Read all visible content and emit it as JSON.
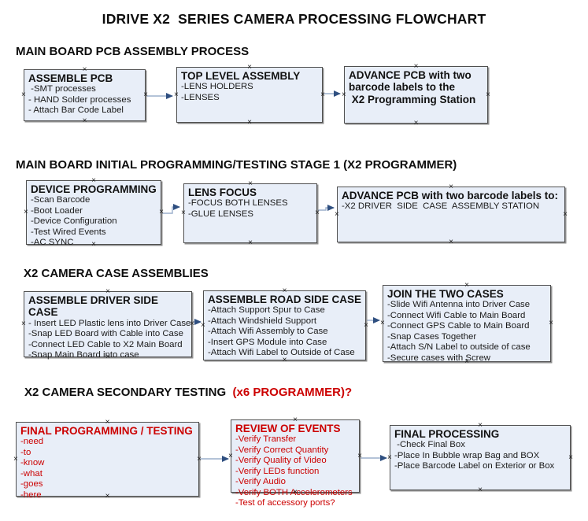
{
  "title": "IDRIVE X2  SERIES CAMERA PROCESSING FLOWCHART",
  "colors": {
    "box_fill": "#e8eef8",
    "box_border": "#4f4f4f",
    "box_shadow": "#8f8f8f",
    "arrow_line": "#9bafcc",
    "arrow_head": "#2f4f80",
    "red_text": "#cc0000",
    "black_text": "#111111"
  },
  "sections": [
    {
      "header": "MAIN BOARD PCB ASSEMBLY PROCESS",
      "boxes": [
        {
          "title": "ASSEMBLE PCB",
          "lines": [
            " -SMT processes",
            "- HAND Solder processes",
            "- Attach Bar Code Label"
          ]
        },
        {
          "title": "TOP LEVEL ASSEMBLY",
          "lines": [
            "-LENS HOLDERS",
            "-LENSES"
          ]
        },
        {
          "title": "ADVANCE PCB with two barcode labels to the\n X2 Programming Station",
          "lines": []
        }
      ]
    },
    {
      "header": "MAIN BOARD INITIAL PROGRAMMING/TESTING STAGE 1 (X2 PROGRAMMER)",
      "boxes": [
        {
          "title": "DEVICE PROGRAMMING",
          "lines": [
            "-Scan Barcode",
            "-Boot Loader",
            "-Device Configuration",
            "-Test Wired Events",
            "-AC SYNC"
          ]
        },
        {
          "title": "LENS FOCUS",
          "lines": [
            "-FOCUS BOTH LENSES",
            "-GLUE LENSES"
          ]
        },
        {
          "title": "ADVANCE PCB with two barcode labels to:",
          "lines": [
            "-X2 DRIVER  SIDE  CASE  ASSEMBLY STATION"
          ]
        }
      ]
    },
    {
      "header": "X2 CAMERA CASE ASSEMBLIES",
      "boxes": [
        {
          "title": "ASSEMBLE DRIVER SIDE CASE",
          "lines": [
            "- Insert LED Plastic lens into Driver Case",
            "-Snap LED Board with Cable into Case",
            "-Connect LED Cable to X2 Main Board",
            "-Snap Main Board into case"
          ]
        },
        {
          "title": "ASSEMBLE ROAD SIDE CASE",
          "lines": [
            "-Attach Support Spur to Case",
            "-Attach Windshield Support",
            "-Attach Wifi Assembly to Case",
            "-Insert GPS Module into Case",
            "-Attach Wifi Label to Outside of Case"
          ]
        },
        {
          "title": "JOIN THE TWO CASES",
          "lines": [
            "-Slide Wifi Antenna into Driver Case",
            "-Connect Wifi Cable to Main Board",
            "-Connect GPS Cable to Main Board",
            "-Snap Cases Together",
            "-Attach S/N Label to outside of case",
            "-Secure cases with Screw"
          ]
        }
      ]
    },
    {
      "header": "X2 CAMERA SECONDARY TESTING ",
      "header_suffix": " (x6 PROGRAMMER)?",
      "boxes": [
        {
          "title": "FINAL PROGRAMMING / TESTING",
          "lines": [
            "-need",
            "-to",
            "-know",
            "-what",
            "-goes",
            "-here"
          ]
        },
        {
          "title": "REVIEW OF EVENTS",
          "lines": [
            "-Verify Transfer",
            "-Verify Correct Quantity",
            "-Verify Quality of Video",
            "-Verify LEDs function",
            "-Verify Audio",
            "-Verify BOTH Accelerometers",
            "-Test of accessory ports?"
          ]
        },
        {
          "title": "FINAL PROCESSING",
          "lines": [
            " -Check Final Box",
            "-Place In Bubble wrap Bag and BOX",
            "-Place Barcode Label on Exterior or Box"
          ]
        }
      ]
    }
  ]
}
